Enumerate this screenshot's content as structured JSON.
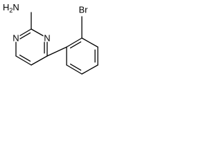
{
  "molecule": {
    "atoms": {
      "amine": {
        "symbol": "H",
        "subscript": "2",
        "suffix": "N"
      },
      "n1": "N",
      "n3": "N",
      "bromine": "Br"
    },
    "bond_color": "#000000",
    "label_color": "#000000"
  }
}
